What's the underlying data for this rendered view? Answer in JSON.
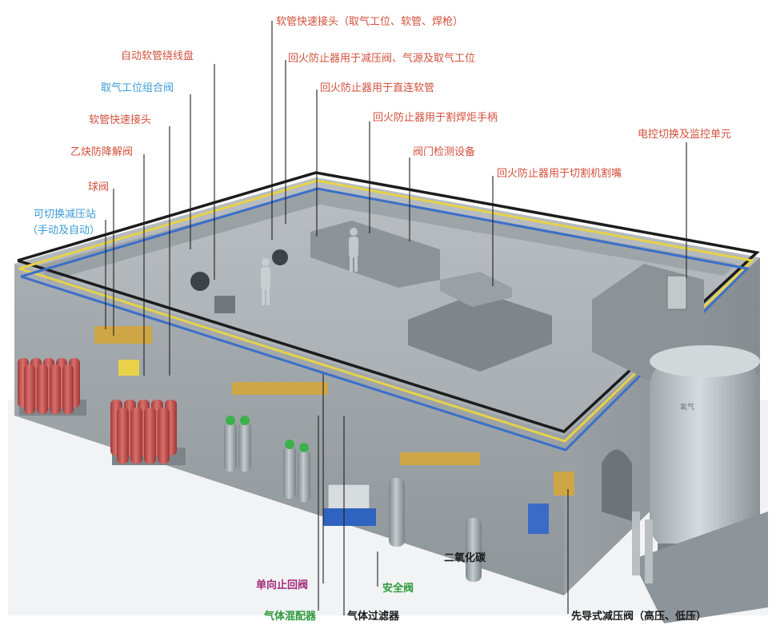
{
  "labels": {
    "hose_quick_connector_top": "软管快速接头（取气工位、软管、焊枪）",
    "auto_hose_reel": "自动软管绕线盘",
    "flashback_reg_source": "回火防止器用于减压阀、气源及取气工位",
    "gas_station_valve": "取气工位组合阀",
    "flashback_direct_hose": "回火防止器用于直连软管",
    "hose_quick_connector": "软管快速接头",
    "flashback_torch_handle": "回火防止器用于割焊炬手柄",
    "acetylene_valve": "乙炔防降解阀",
    "valve_test_equipment": "阀门检测设备",
    "ball_valve": "球阀",
    "flashback_cutting_nozzle": "回火防止器用于切割机割嘴",
    "switchable_station_1": "可切换减压站",
    "switchable_station_2": "（手动及自动）",
    "control_unit": "电控切换及监控单元",
    "co2": "二氧化碳",
    "check_valve": "单向止回阀",
    "safety_valve": "安全阀",
    "gas_mixer": "气体混配器",
    "gas_filter": "气体过滤器",
    "pilot_reg_valve": "先导式减压阀（高压、低压）",
    "tank_mark": "氧气"
  },
  "colors": {
    "red_label": "#d2503c",
    "blue_label": "#3a9bd6",
    "green_label": "#2e9a3c",
    "magenta_label": "#a0287a",
    "pipe_black": "#1c1c1c",
    "pipe_yellow": "#e6d24a",
    "pipe_blue": "#3c6fc8",
    "cylinder_red": "#c8504e",
    "cylinder_grey": "#9aa4a8",
    "wall_grey": "#a4aaae"
  }
}
